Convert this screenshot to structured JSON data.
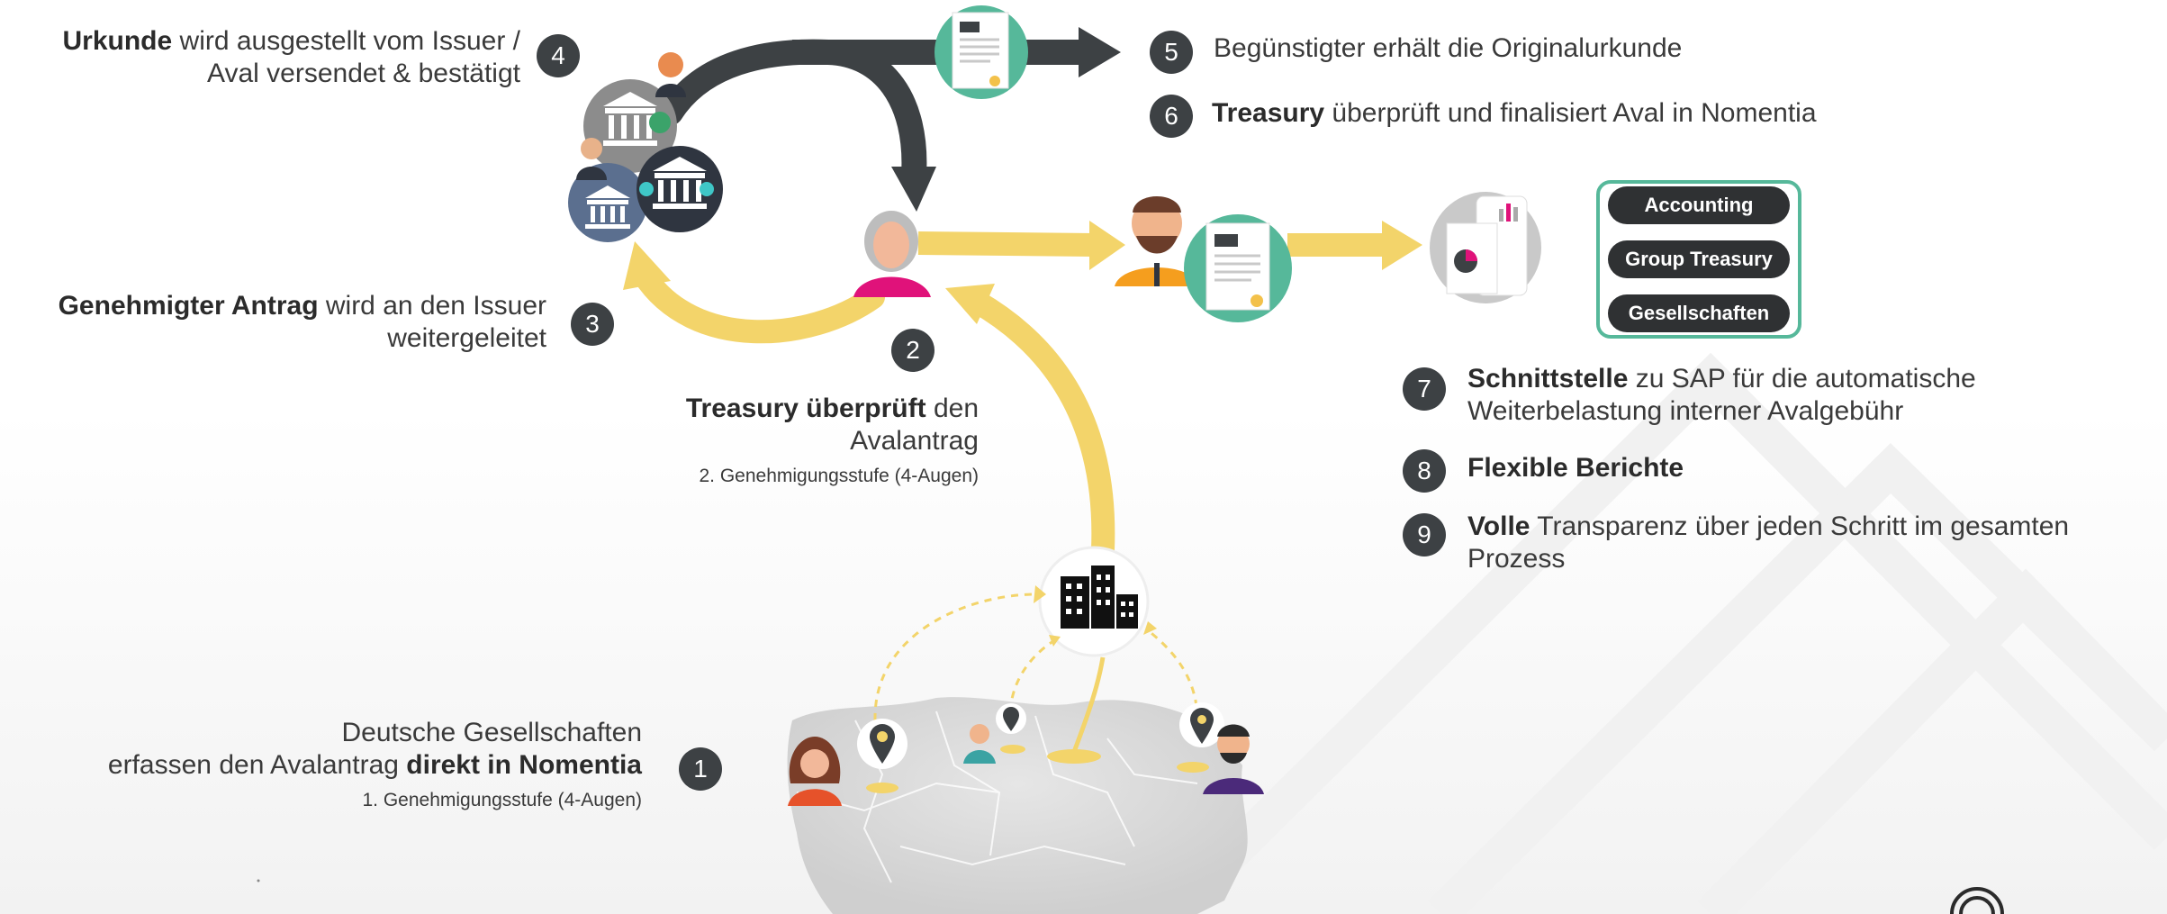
{
  "steps": {
    "s1": {
      "num": "1",
      "line1": "Deutsche Gesellschaften",
      "line2_pre": "erfassen den Avalantrag ",
      "line2_bold": "direkt in Nomentia",
      "sub": "1.  Genehmigungsstufe (4-Augen)"
    },
    "s2": {
      "num": "2",
      "bold": "Treasury überprüft",
      "rest": " den",
      "line2": "Avalantrag",
      "sub": "2. Genehmigungsstufe (4-Augen)"
    },
    "s3": {
      "num": "3",
      "bold": "Genehmigter Antrag",
      "rest": " wird an den Issuer",
      "line2": "weitergeleitet"
    },
    "s4": {
      "num": "4",
      "bold": "Urkunde",
      "rest": " wird ausgestellt vom Issuer /",
      "line2": "Aval versendet & bestätigt"
    },
    "s5": {
      "num": "5",
      "text": "Begünstigter erhält die Originalurkunde"
    },
    "s6": {
      "num": "6",
      "bold": "Treasury",
      "rest": " überprüft und finalisiert Aval in Nomentia"
    },
    "s7": {
      "num": "7",
      "bold": "Schnittstelle",
      "rest": " zu SAP für die automatische",
      "line2": "Weiterbelastung interner Avalgebühr"
    },
    "s8": {
      "num": "8",
      "bold": "Flexible Berichte"
    },
    "s9": {
      "num": "9",
      "bold": "Volle",
      "rest": " Transparenz über jeden Schritt im gesamten",
      "line2": "Prozess"
    }
  },
  "badges": [
    "Accounting",
    "Group Treasury",
    "Gesellschaften"
  ],
  "colors": {
    "yellow": "#f3d46a",
    "dark": "#3d4144",
    "green": "#56b89a",
    "pink": "#e0127a"
  }
}
